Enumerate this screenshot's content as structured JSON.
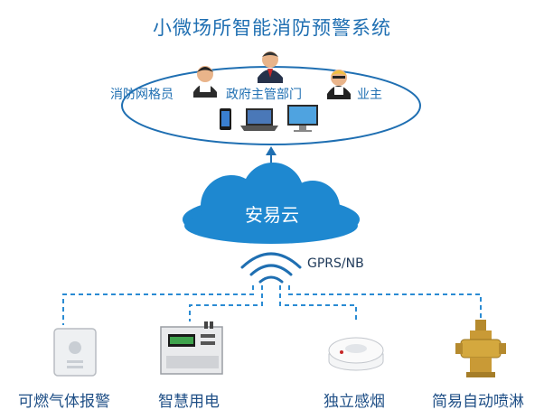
{
  "title": "小微场所智能消防预警系统",
  "roles": {
    "grid_member": "消防网格员",
    "government": "政府主管部门",
    "owner": "业主"
  },
  "cloud_label": "安易云",
  "network_label": "GPRS/NB",
  "devices": [
    {
      "label": "可燃气体报警",
      "icon": "gas-detector-icon"
    },
    {
      "label": "智慧用电",
      "icon": "electrical-monitor-icon"
    },
    {
      "label": "独立感烟",
      "icon": "smoke-detector-icon"
    },
    {
      "label": "简易自动喷淋",
      "icon": "sprinkler-valve-icon"
    }
  ],
  "colors": {
    "accent": "#1f6fb2",
    "cloud": "#1e88d0",
    "dashed_line": "#2a8bd3"
  }
}
